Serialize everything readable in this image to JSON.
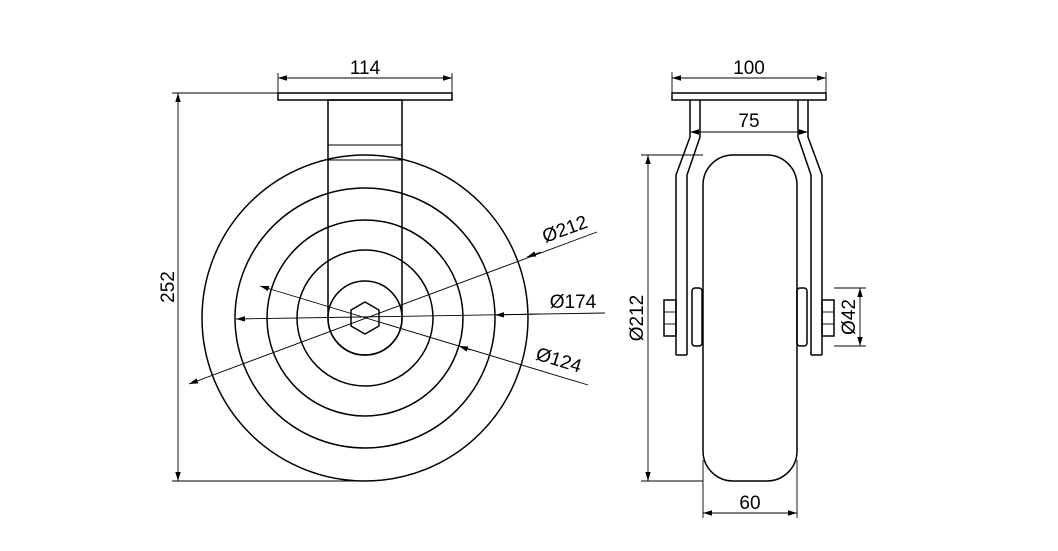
{
  "dimensions": {
    "plate_width_front": "114",
    "overall_height": "252",
    "diameter_wheel": "Ø212",
    "diameter_rim": "Ø174",
    "diameter_hub": "Ø124",
    "plate_width_side": "100",
    "fork_inner_width": "75",
    "diameter_wheel_side": "Ø212",
    "axle_diameter": "Ø42",
    "wheel_width": "60"
  },
  "colors": {
    "line": "#000000",
    "background": "#ffffff"
  }
}
